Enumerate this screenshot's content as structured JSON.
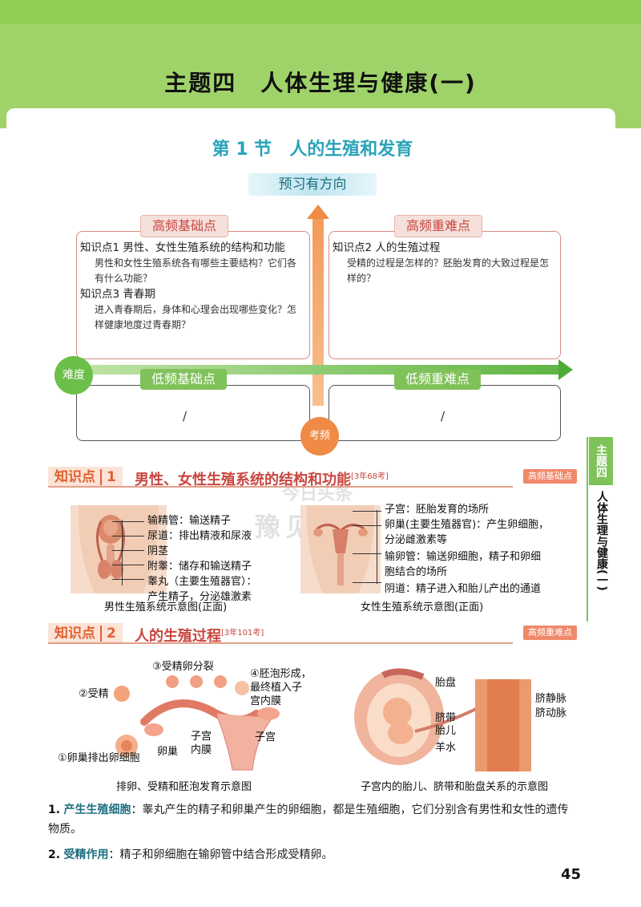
{
  "header": {
    "topic_title": "主题四　人体生理与健康(一)",
    "section_title": "第 1 节　人的生殖和发育",
    "banner": "预习有方向"
  },
  "matrix": {
    "labels": {
      "high_basic": "高频基础点",
      "high_hard": "高频重难点",
      "low_basic": "低频基础点",
      "low_hard": "低频重难点",
      "difficulty": "难度",
      "frequency": "考频"
    },
    "high_basic_items": [
      {
        "title": "知识点1 男性、女性生殖系统的结构和功能",
        "question": "男性和女性生殖系统各有哪些主要结构？它们各有什么功能？"
      },
      {
        "title": "知识点3 青春期",
        "question": "进入青春期后，身体和心理会出现哪些变化？怎样健康地度过青春期？"
      }
    ],
    "high_hard_items": [
      {
        "title": "知识点2 人的生殖过程",
        "question": "受精的过程是怎样的？胚胎发育的大致过程是怎样的？"
      }
    ],
    "low_basic_text": "/",
    "low_hard_text": "/"
  },
  "kp1": {
    "tag": "知识点",
    "num": "1",
    "title": "男性、女性生殖系统的结构和功能",
    "note": "[3年68考]",
    "freq": "高频基础点",
    "male_annotations": [
      "输精管：输送精子",
      "尿道：排出精液和尿液",
      "阴茎",
      "附睾：储存和输送精子",
      "睾丸（主要生殖器官）：",
      "产生精子，分泌雄激素"
    ],
    "female_annotations": [
      "子宫：胚胎发育的场所",
      "卵巢(主要生殖器官)：产生卵细胞，",
      "分泌雌激素等",
      "输卵管：输送卵细胞，精子和卵细",
      "胞结合的场所",
      "阴道：精子进入和胎儿产出的通道"
    ],
    "male_caption": "男性生殖系统示意图(正面)",
    "female_caption": "女性生殖系统示意图(正面)"
  },
  "kp2": {
    "tag": "知识点",
    "num": "2",
    "title": "人的生殖过程",
    "note": "[3年101考]",
    "freq": "高频重难点",
    "process_labels": {
      "step1": "①卵巢排出卵细胞",
      "step2": "②受精",
      "step3": "③受精卵分裂",
      "step4_line1": "④胚泡形成，",
      "step4_line2": "最终植入子",
      "step4_line3": "宫内膜",
      "ovary": "卵巢",
      "endometrium_1": "子宫",
      "endometrium_2": "内膜",
      "uterus": "子宫"
    },
    "fetus_labels": {
      "placenta": "胎盘",
      "umbilical_cord": "脐带",
      "fetus": "胎儿",
      "amniotic": "羊水",
      "vein": "脐静脉",
      "artery": "脐动脉"
    },
    "left_caption": "排卵、受精和胚泡发育示意图",
    "right_caption": "子宫内的胎儿、脐带和胎盘关系的示意图"
  },
  "definitions": [
    {
      "num": "1.",
      "term": "产生生殖细胞",
      "text": "：睾丸产生的精子和卵巢产生的卵细胞，都是生殖细胞，它们分别含有男性和女性的遗传物质。"
    },
    {
      "num": "2.",
      "term": "受精作用",
      "text": "：精子和卵细胞在输卵管中结合形成受精卵。"
    }
  ],
  "side": {
    "tab": "主题四",
    "text": "人体生理与健康(一)"
  },
  "watermark": {
    "line1": "今日头条",
    "line2": "豫见清北"
  },
  "page_number": "45",
  "colors": {
    "green": "#9fd36a",
    "teal_title": "#2aa3b8",
    "orange_arrow": "#f08a45",
    "red_label": "#c8463f"
  }
}
